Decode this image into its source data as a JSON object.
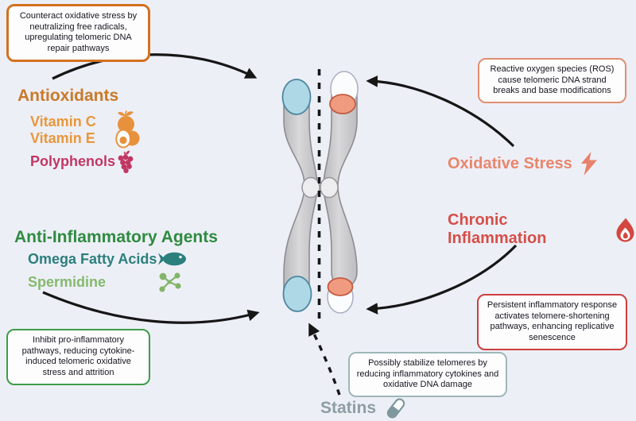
{
  "background": "#EDEFF7",
  "boxes": {
    "top_left": {
      "text": "Counteract oxidative stress by neutralizing free radicals, upregulating telomeric DNA repair pathways",
      "border_color": "#D2711F"
    },
    "top_right": {
      "text": "Reactive oxygen species (ROS) cause telomeric DNA strand breaks and base modifications",
      "border_color": "#E08E70"
    },
    "bottom_left": {
      "text": "Inhibit pro-inflammatory pathways, reducing cytokine-induced telomeric oxidative stress and attrition",
      "border_color": "#3E9C48"
    },
    "bottom_right": {
      "text": "Persistent inflammatory response activates telomere-shortening pathways, enhancing replicative senescence",
      "border_color": "#CD3F3F"
    },
    "bottom_center": {
      "text": "Possibly stabilize telomeres by reducing inflammatory cytokines and oxidative DNA damage",
      "border_color": "#9FB6B9"
    }
  },
  "left": {
    "antioxidants": {
      "heading": "Antioxidants",
      "color": "#C97A28",
      "items": [
        {
          "label": "Vitamin C",
          "color": "#E8973B",
          "icon": "orange-fruit-icon"
        },
        {
          "label": "Vitamin E",
          "color": "#E8973B",
          "icon": "avocado-icon"
        },
        {
          "label": "Polyphenols",
          "color": "#C13763",
          "icon": "grapes-icon"
        }
      ]
    },
    "anti_inflammatory": {
      "heading": "Anti-Inflammatory Agents",
      "color": "#2E8B3F",
      "items": [
        {
          "label": "Omega Fatty Acids",
          "color": "#2B7F7C",
          "icon": "fish-icon"
        },
        {
          "label": "Spermidine",
          "color": "#85B96E",
          "icon": "molecule-icon"
        }
      ]
    }
  },
  "right": {
    "oxidative_stress": {
      "label": "Oxidative Stress",
      "color": "#E8866C",
      "icon": "lightning-icon"
    },
    "chronic_inflammation": {
      "label": "Chronic Inflammation",
      "color": "#D44F48",
      "icon": "flame-icon"
    }
  },
  "bottom": {
    "statins": {
      "label": "Statins",
      "color": "#8C9EA3",
      "icon": "pill-icon"
    }
  },
  "figure": {
    "name": "chromosome-with-telomere-caps",
    "telomere_intact_color": "#AED8E6",
    "telomere_shortened_color": "#F09B80",
    "lost_telomere_color": "#FDFDFE",
    "body_color": "#C9C9CC",
    "midline": "dashed-black-vertical"
  }
}
